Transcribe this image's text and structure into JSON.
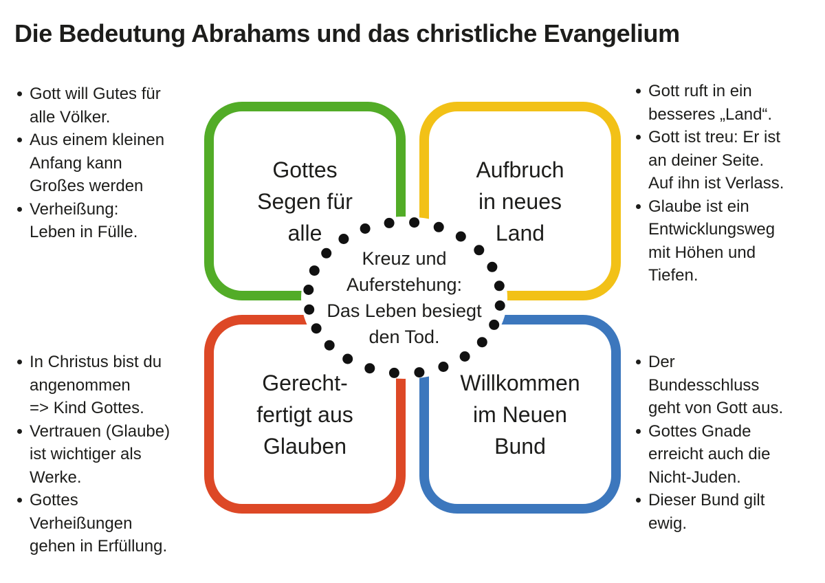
{
  "title": "Die Bedeutung Abrahams und das christliche Evangelium",
  "colors": {
    "green": "#52AC27",
    "yellow": "#F2C117",
    "red": "#DD4826",
    "blue": "#3C77BD",
    "text": "#1D1D1B",
    "dot": "#111111",
    "background": "#FFFFFF"
  },
  "center": {
    "lines": [
      "Kreuz und",
      "Auferstehung:",
      "Das Leben besiegt",
      "den Tod."
    ],
    "dot_count": 24
  },
  "quadrants": {
    "top_left": {
      "color": "green",
      "label_lines": [
        "Gottes",
        "Segen für",
        "alle"
      ],
      "notes": [
        [
          "Gott will Gutes für",
          "alle Völker."
        ],
        [
          "Aus einem kleinen",
          "Anfang kann",
          "Großes werden"
        ],
        [
          "Verheißung:",
          "Leben in Fülle."
        ]
      ]
    },
    "top_right": {
      "color": "yellow",
      "label_lines": [
        "Aufbruch",
        "in neues",
        "Land"
      ],
      "notes": [
        [
          "Gott ruft in ein",
          "besseres „Land“."
        ],
        [
          "Gott ist treu: Er ist",
          "an deiner Seite.",
          "Auf ihn ist Verlass."
        ],
        [
          "Glaube ist ein",
          "Entwicklungsweg",
          "mit Höhen und",
          "Tiefen."
        ]
      ]
    },
    "bottom_left": {
      "color": "red",
      "label_lines": [
        "Gerecht-",
        "fertigt aus",
        "Glauben"
      ],
      "notes": [
        [
          "In Christus bist du",
          "angenommen",
          "=> Kind Gottes."
        ],
        [
          "Vertrauen (Glaube)",
          "ist wichtiger als",
          "Werke."
        ],
        [
          "Gottes",
          "Verheißungen",
          "gehen in Erfüllung."
        ]
      ]
    },
    "bottom_right": {
      "color": "blue",
      "label_lines": [
        "Willkommen",
        "im Neuen",
        "Bund"
      ],
      "notes": [
        [
          "Der",
          "Bundesschluss",
          "geht von Gott aus."
        ],
        [
          "Gottes Gnade",
          "erreicht auch die",
          "Nicht-Juden."
        ],
        [
          "Dieser Bund gilt",
          "ewig."
        ]
      ]
    }
  }
}
